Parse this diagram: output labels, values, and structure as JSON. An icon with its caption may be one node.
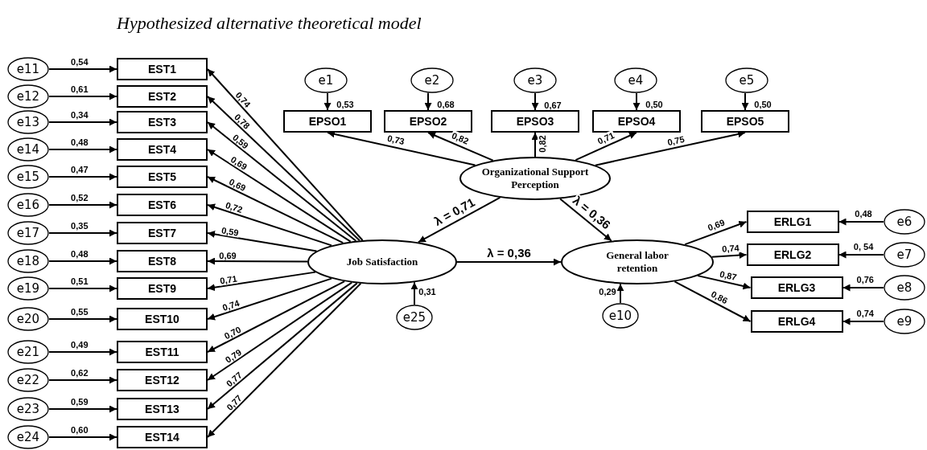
{
  "diagram": {
    "title": "Hypothesized alternative theoretical model",
    "nodes": [
      {
        "text": [
          "e11"
        ]
      },
      {
        "text": [
          "e12"
        ]
      },
      {
        "text": [
          "e13"
        ]
      },
      {
        "text": [
          "e14"
        ]
      },
      {
        "text": [
          "e15"
        ]
      },
      {
        "text": [
          "e16"
        ]
      },
      {
        "text": [
          "e17"
        ]
      },
      {
        "text": [
          "e18"
        ]
      },
      {
        "text": [
          "e19"
        ]
      },
      {
        "text": [
          "e20"
        ]
      },
      {
        "text": [
          "e21"
        ]
      },
      {
        "text": [
          "e22"
        ]
      },
      {
        "text": [
          "e23"
        ]
      },
      {
        "text": [
          "e24"
        ]
      },
      {
        "text": [
          "EST1"
        ]
      },
      {
        "text": [
          "EST2"
        ]
      },
      {
        "text": [
          "EST3"
        ]
      },
      {
        "text": [
          "EST4"
        ]
      },
      {
        "text": [
          "EST5"
        ]
      },
      {
        "text": [
          "EST6"
        ]
      },
      {
        "text": [
          "EST7"
        ]
      },
      {
        "text": [
          "EST8"
        ]
      },
      {
        "text": [
          "EST9"
        ]
      },
      {
        "text": [
          "EST10"
        ]
      },
      {
        "text": [
          "EST11"
        ]
      },
      {
        "text": [
          "EST12"
        ]
      },
      {
        "text": [
          "EST13"
        ]
      },
      {
        "text": [
          "EST14"
        ]
      },
      {
        "text": [
          "e1"
        ]
      },
      {
        "text": [
          "e2"
        ]
      },
      {
        "text": [
          "e3"
        ]
      },
      {
        "text": [
          "e4"
        ]
      },
      {
        "text": [
          "e5"
        ]
      },
      {
        "text": [
          "EPSO1"
        ]
      },
      {
        "text": [
          "EPSO2"
        ]
      },
      {
        "text": [
          "EPSO3"
        ]
      },
      {
        "text": [
          "EPSO4"
        ]
      },
      {
        "text": [
          "EPSO5"
        ]
      },
      {
        "text": [
          "Organizational Support Perception"
        ]
      },
      {
        "text": [
          "Job Satisfaction"
        ]
      },
      {
        "text": [
          "General labor retention"
        ]
      },
      {
        "text": [
          "e25"
        ]
      },
      {
        "text": [
          "e10"
        ]
      },
      {
        "text": [
          "ERLG1"
        ]
      },
      {
        "text": [
          "ERLG2"
        ]
      },
      {
        "text": [
          "ERLG3"
        ]
      },
      {
        "text": [
          "ERLG4"
        ]
      },
      {
        "text": [
          "e6"
        ]
      },
      {
        "text": [
          "e7"
        ]
      },
      {
        "text": [
          "e8"
        ]
      },
      {
        "text": [
          "e9"
        ]
      }
    ],
    "edges": [
      {
        "from": 0,
        "to": 14,
        "arrow": "to",
        "label": "0,54"
      },
      {
        "from": 1,
        "to": 15,
        "arrow": "to",
        "label": "0,61"
      },
      {
        "from": 2,
        "to": 16,
        "arrow": "to",
        "label": "0,34"
      },
      {
        "from": 3,
        "to": 17,
        "arrow": "to",
        "label": "0,48"
      },
      {
        "from": 4,
        "to": 18,
        "arrow": "to",
        "label": "0,47"
      },
      {
        "from": 5,
        "to": 19,
        "arrow": "to",
        "label": "0,52"
      },
      {
        "from": 6,
        "to": 20,
        "arrow": "to",
        "label": "0,35"
      },
      {
        "from": 7,
        "to": 21,
        "arrow": "to",
        "label": "0,48"
      },
      {
        "from": 8,
        "to": 22,
        "arrow": "to",
        "label": "0,51"
      },
      {
        "from": 9,
        "to": 23,
        "arrow": "to",
        "label": "0,55"
      },
      {
        "from": 10,
        "to": 24,
        "arrow": "to",
        "label": "0,49"
      },
      {
        "from": 11,
        "to": 25,
        "arrow": "to",
        "label": "0,62"
      },
      {
        "from": 12,
        "to": 26,
        "arrow": "to",
        "label": "0,59"
      },
      {
        "from": 13,
        "to": 27,
        "arrow": "to",
        "label": "0,60"
      },
      {
        "from": 39,
        "to": 14,
        "arrow": "to",
        "label": "0,74"
      },
      {
        "from": 39,
        "to": 15,
        "arrow": "to",
        "label": "0,78"
      },
      {
        "from": 39,
        "to": 16,
        "arrow": "to",
        "label": "0,59"
      },
      {
        "from": 39,
        "to": 17,
        "arrow": "to",
        "label": "0,69"
      },
      {
        "from": 39,
        "to": 18,
        "arrow": "to",
        "label": "0,69"
      },
      {
        "from": 39,
        "to": 19,
        "arrow": "to",
        "label": "0,72"
      },
      {
        "from": 39,
        "to": 20,
        "arrow": "to",
        "label": "0,59"
      },
      {
        "from": 39,
        "to": 21,
        "arrow": "to",
        "label": "0,69"
      },
      {
        "from": 39,
        "to": 22,
        "arrow": "to",
        "label": "0,71"
      },
      {
        "from": 39,
        "to": 23,
        "arrow": "to",
        "label": "0,74"
      },
      {
        "from": 39,
        "to": 24,
        "arrow": "to",
        "label": "0,70"
      },
      {
        "from": 39,
        "to": 25,
        "arrow": "to",
        "label": "0,79"
      },
      {
        "from": 39,
        "to": 26,
        "arrow": "to",
        "label": "0,77"
      },
      {
        "from": 39,
        "to": 27,
        "arrow": "to",
        "label": "0,77"
      },
      {
        "from": 28,
        "to": 33,
        "arrow": "to",
        "label": "0,53"
      },
      {
        "from": 29,
        "to": 34,
        "arrow": "to",
        "label": "0,68"
      },
      {
        "from": 30,
        "to": 35,
        "arrow": "to",
        "label": "0,67"
      },
      {
        "from": 31,
        "to": 36,
        "arrow": "to",
        "label": "0,50"
      },
      {
        "from": 32,
        "to": 37,
        "arrow": "to",
        "label": "0,50"
      },
      {
        "from": 38,
        "to": 33,
        "arrow": "to",
        "label": "0,73"
      },
      {
        "from": 38,
        "to": 34,
        "arrow": "to",
        "label": "0,82"
      },
      {
        "from": 38,
        "to": 35,
        "arrow": "to",
        "label": "0,82"
      },
      {
        "from": 38,
        "to": 36,
        "arrow": "to",
        "label": "0,71"
      },
      {
        "from": 38,
        "to": 37,
        "arrow": "to",
        "label": "0,75"
      },
      {
        "from": 38,
        "to": 39,
        "arrow": "to",
        "label": "λ = **0,71**"
      },
      {
        "from": 38,
        "to": 40,
        "arrow": "to",
        "label": "λ = **0,36**"
      },
      {
        "from": 39,
        "to": 40,
        "arrow": "to",
        "label": "λ = **0,36**"
      },
      {
        "from": 41,
        "to": 39,
        "arrow": "to",
        "label": "0,31"
      },
      {
        "from": 42,
        "to": 40,
        "arrow": "to",
        "label": "0,29"
      },
      {
        "from": 40,
        "to": 43,
        "arrow": "to",
        "label": "0,69"
      },
      {
        "from": 40,
        "to": 44,
        "arrow": "to",
        "label": "0,74"
      },
      {
        "from": 40,
        "to": 45,
        "arrow": "to",
        "label": "0,87"
      },
      {
        "from": 40,
        "to": 46,
        "arrow": "to",
        "label": "0,86"
      },
      {
        "from": 47,
        "to": 43,
        "arrow": "to",
        "label": "0,48"
      },
      {
        "from": 48,
        "to": 44,
        "arrow": "to",
        "label": "0, 54"
      },
      {
        "from": 49,
        "to": 45,
        "arrow": "to",
        "label": "0,76"
      },
      {
        "from": 50,
        "to": 46,
        "arrow": "to",
        "label": "0,74"
      }
    ]
  }
}
